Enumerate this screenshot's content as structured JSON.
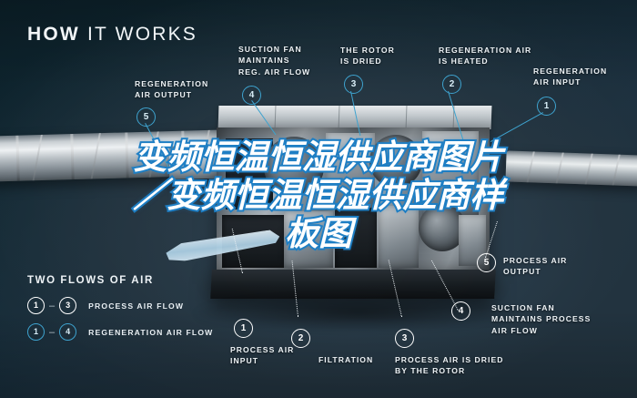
{
  "headline": {
    "bold": "HOW",
    "rest": " IT WORKS"
  },
  "callouts": [
    {
      "id": "regeneration-air-output",
      "number": "5",
      "style": "blue",
      "text": "REGENERATION\nAIR OUTPUT"
    },
    {
      "id": "suction-fan-reg",
      "number": "4",
      "style": "blue",
      "text": "SUCTION FAN\nMAINTAINS\nREG. AIR FLOW"
    },
    {
      "id": "rotor-is-dried",
      "number": "3",
      "style": "blue",
      "text": "THE ROTOR\nIS DRIED"
    },
    {
      "id": "regeneration-air-heated",
      "number": "2",
      "style": "blue",
      "text": "REGENERATION AIR\nIS HEATED"
    },
    {
      "id": "regeneration-air-input",
      "number": "1",
      "style": "blue",
      "text": "REGENERATION\nAIR INPUT"
    },
    {
      "id": "process-air-input",
      "number": "1",
      "style": "white",
      "text": "PROCESS AIR\nINPUT"
    },
    {
      "id": "filtration",
      "number": "2",
      "style": "white",
      "text": "FILTRATION"
    },
    {
      "id": "process-air-dried",
      "number": "3",
      "style": "white",
      "text": "PROCESS AIR IS DRIED\nBY THE ROTOR"
    },
    {
      "id": "suction-fan-process",
      "number": "4",
      "style": "white",
      "text": "SUCTION FAN\nMAINTAINS PROCESS\nAIR FLOW"
    },
    {
      "id": "process-air-output",
      "number": "5",
      "style": "white",
      "text": "PROCESS AIR\nOUTPUT"
    }
  ],
  "legend": {
    "title": "TWO FLOWS OF AIR",
    "rows": [
      {
        "from": "1",
        "to": "3",
        "dash": "–",
        "label": "PROCESS AIR FLOW",
        "style": "white"
      },
      {
        "from": "1",
        "to": "4",
        "dash": "–",
        "label": "REGENERATION AIR FLOW",
        "style": "blue"
      }
    ]
  },
  "overlay": {
    "line1": "变频恒温恒湿供应商图片",
    "line2": "／变频恒温恒湿供应商样",
    "line3": "板图"
  },
  "colors": {
    "accent_blue": "#3ea3cf",
    "overlay_stroke": "#1f7fc4",
    "text_white": "#eef3f6",
    "bg_dark": "#0e2430"
  }
}
